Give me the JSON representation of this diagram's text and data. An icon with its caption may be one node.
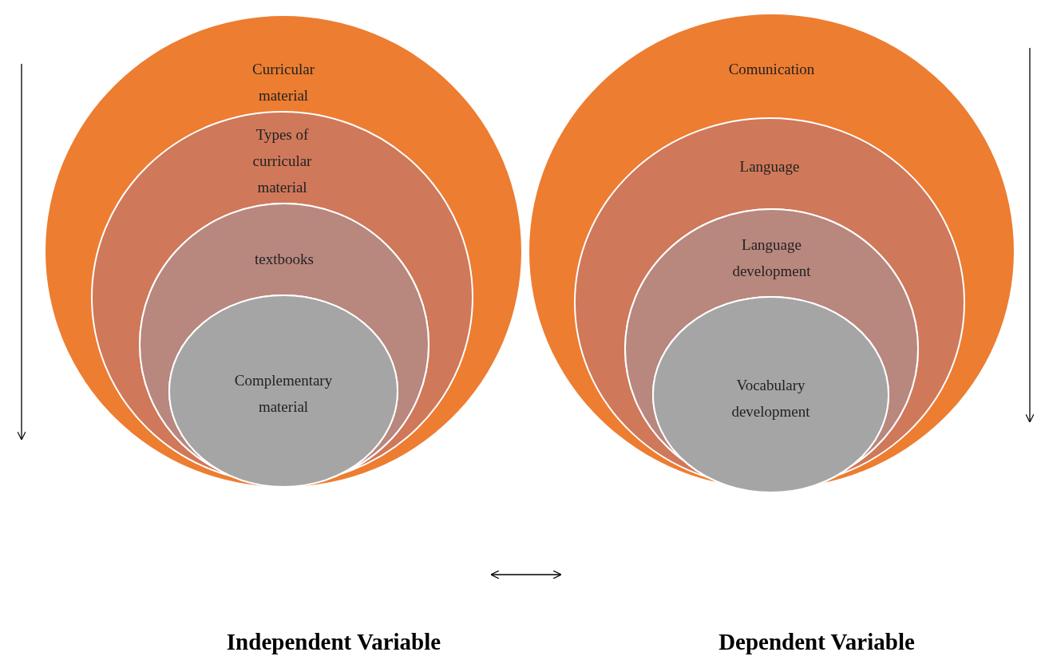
{
  "diagram": {
    "nodes": [
      {
        "text": [
          "Curricular material"
        ]
      },
      {
        "text": [
          "Types of curricular material"
        ],
        "in": 0
      },
      {
        "text": [
          "textbooks"
        ],
        "in": 1
      },
      {
        "text": [
          "Complementary material"
        ],
        "in": 2
      },
      {
        "text": [
          "Comunication"
        ]
      },
      {
        "text": [
          "Language"
        ],
        "in": 4
      },
      {
        "text": [
          "Language development"
        ],
        "in": 5
      },
      {
        "text": [
          "Vocabulary development"
        ],
        "in": 6
      }
    ],
    "edges": [],
    "labels": [
      "Independent Variable",
      "Dependent Variable"
    ]
  }
}
